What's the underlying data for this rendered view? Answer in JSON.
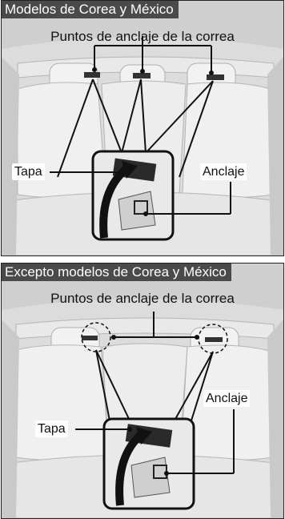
{
  "panels": [
    {
      "header": "Modelos de Corea y México",
      "anchor_points_label": "Puntos de anclaje de la correa",
      "cover_label": "Tapa",
      "anchor_label": "Anclaje"
    },
    {
      "header": "Excepto modelos de Corea y México",
      "anchor_points_label": "Puntos de anclaje de la correa",
      "cover_label": "Tapa",
      "anchor_label": "Anclaje"
    }
  ],
  "colors": {
    "header_bg": "#4a4a4a",
    "illustration_bg": "#d9d9d9",
    "seat": "#efefef",
    "dark": "#222222"
  }
}
